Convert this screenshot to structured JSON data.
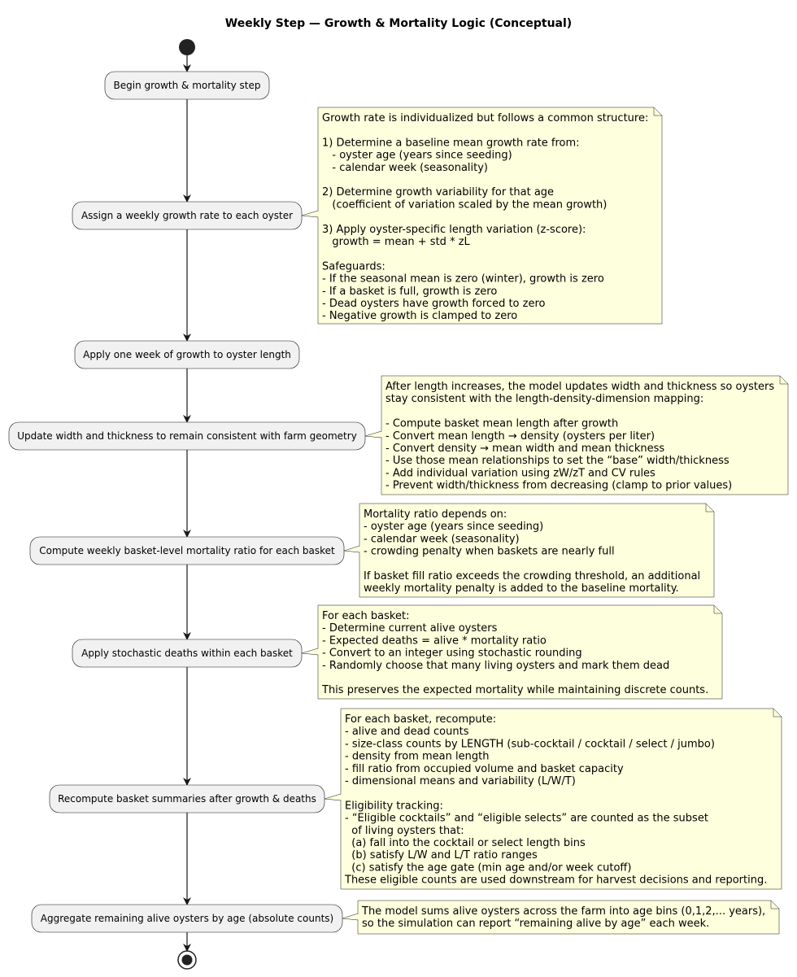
{
  "title": "Weekly Step — Growth & Mortality Logic (Conceptual)",
  "nodes": [
    {
      "label": "Begin growth & mortality step"
    },
    {
      "label": "Assign a weekly growth rate to each oyster"
    },
    {
      "label": "Apply one week of growth to oyster length"
    },
    {
      "label": "Update width and thickness to remain consistent with farm geometry"
    },
    {
      "label": "Compute weekly basket-level mortality ratio for each basket"
    },
    {
      "label": "Apply stochastic deaths within each basket"
    },
    {
      "label": "Recompute basket summaries after growth & deaths"
    },
    {
      "label": "Aggregate remaining alive oysters by age (absolute counts)"
    }
  ],
  "notes": [
    {
      "attached_to": 1,
      "lines": [
        "Growth rate is individualized but follows a common structure:",
        "",
        "1) Determine a baseline mean growth rate from:",
        "   - oyster age (years since seeding)",
        "   - calendar week (seasonality)",
        "",
        "2) Determine growth variability for that age",
        "   (coefficient of variation scaled by the mean growth)",
        "",
        "3) Apply oyster-specific length variation (z-score):",
        "   growth = mean + std * zL",
        "",
        "Safeguards:",
        "- If the seasonal mean is zero (winter), growth is zero",
        "- If a basket is full, growth is zero",
        "- Dead oysters have growth forced to zero",
        "- Negative growth is clamped to zero"
      ]
    },
    {
      "attached_to": 3,
      "lines": [
        "After length increases, the model updates width and thickness so oysters",
        "stay consistent with the length-density-dimension mapping:",
        "",
        "- Compute basket mean length after growth",
        "- Convert mean length → density (oysters per liter)",
        "- Convert density → mean width and mean thickness",
        "- Use those mean relationships to set the “base” width/thickness",
        "- Add individual variation using zW/zT and CV rules",
        "- Prevent width/thickness from decreasing (clamp to prior values)"
      ]
    },
    {
      "attached_to": 4,
      "lines": [
        "Mortality ratio depends on:",
        "- oyster age (years since seeding)",
        "- calendar week (seasonality)",
        "- crowding penalty when baskets are nearly full",
        "",
        "If basket fill ratio exceeds the crowding threshold, an additional",
        "weekly mortality penalty is added to the baseline mortality."
      ]
    },
    {
      "attached_to": 5,
      "lines": [
        "For each basket:",
        "- Determine current alive oysters",
        "- Expected deaths = alive * mortality ratio",
        "- Convert to an integer using stochastic rounding",
        "- Randomly choose that many living oysters and mark them dead",
        "",
        "This preserves the expected mortality while maintaining discrete counts."
      ]
    },
    {
      "attached_to": 6,
      "lines": [
        "For each basket, recompute:",
        "- alive and dead counts",
        "- size-class counts by LENGTH (sub-cocktail / cocktail / select / jumbo)",
        "- density from mean length",
        "- fill ratio from occupied volume and basket capacity",
        "- dimensional means and variability (L/W/T)",
        "",
        "Eligibility tracking:",
        "- “Eligible cocktails” and “eligible selects” are counted as the subset",
        "  of living oysters that:",
        "  (a) fall into the cocktail or select length bins",
        "  (b) satisfy L/W and L/T ratio ranges",
        "  (c) satisfy the age gate (min age and/or week cutoff)",
        "These eligible counts are used downstream for harvest decisions and reporting."
      ]
    },
    {
      "attached_to": 7,
      "lines": [
        "The model sums alive oysters across the farm into age bins (0,1,2,... years),",
        "so the simulation can report “remaining alive by age” each week."
      ]
    }
  ],
  "colors": {
    "node_fill": "#F1F1F1",
    "node_stroke": "#181818",
    "note_fill": "#FEFFDD",
    "note_stroke": "#181818",
    "arrow": "#181818",
    "start_end": "#222222"
  }
}
